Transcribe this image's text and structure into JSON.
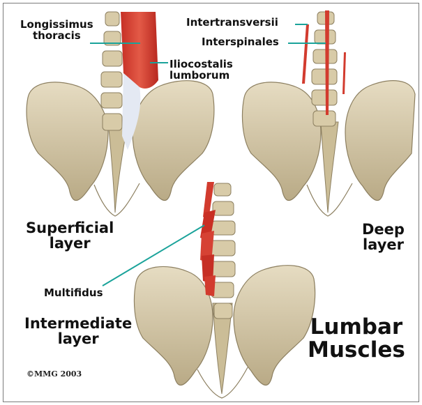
{
  "labels": {
    "longissimus_line1": "Longissimus",
    "longissimus_line2": "thoracis",
    "iliocostalis_line1": "Iliocostalis",
    "iliocostalis_line2": "lumborum",
    "intertransversii": "Intertransversii",
    "interspinales": "Interspinales",
    "multifidus": "Multifidus"
  },
  "layers": {
    "superficial_line1": "Superficial",
    "superficial_line2": "layer",
    "deep_line1": "Deep",
    "deep_line2": "layer",
    "intermediate_line1": "Intermediate",
    "intermediate_line2": "layer"
  },
  "title": {
    "line1": "Lumbar",
    "line2": "Muscles"
  },
  "copyright": "©MMG 2003",
  "colors": {
    "bone": "#d9cdb0",
    "bone_shadow": "#a89a78",
    "muscle": "#d23b2e",
    "tendon": "#e6eaf2",
    "leader_line": "#1aa39a"
  }
}
